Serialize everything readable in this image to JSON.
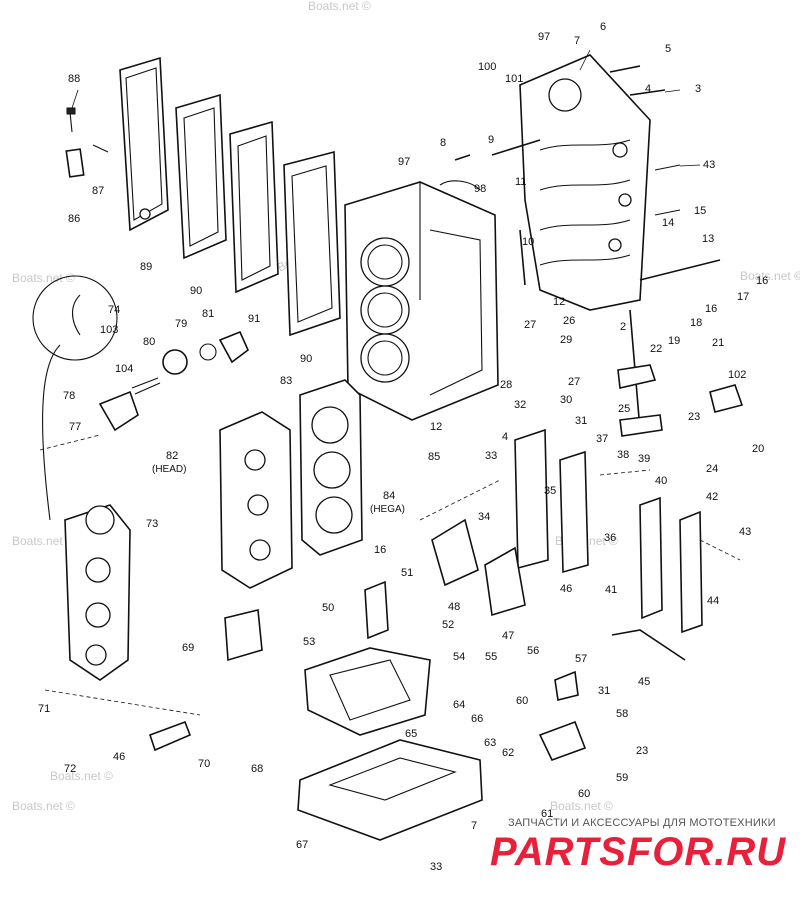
{
  "watermarks": [
    "Boats.net ©",
    "Boats.net ©",
    "Boats.net ©",
    "Boats.net ©",
    "Boats.net ©",
    "Boats.net ©",
    "Boats.net ©",
    "Boats.net ©",
    "Boats.net ©"
  ],
  "callouts": {
    "c88": "88",
    "c87": "87",
    "c86": "86",
    "c89": "89",
    "c90a": "90",
    "c91": "91",
    "c90b": "90",
    "c97a": "97",
    "c97b": "97",
    "c100": "100",
    "c101": "101",
    "c7a": "7",
    "c6": "6",
    "c5": "5",
    "c4a": "4",
    "c3": "3",
    "c8": "8",
    "c9": "9",
    "c98": "98",
    "c11": "11",
    "c10": "10",
    "c43a": "43",
    "c15": "15",
    "c14": "14",
    "c13": "13",
    "c16a": "16",
    "c17": "17",
    "c16b": "16",
    "c18": "18",
    "c2": "2",
    "c12a": "12",
    "c27a": "27",
    "c26": "26",
    "c19": "19",
    "c22": "22",
    "c21": "21",
    "c29": "29",
    "c28": "28",
    "c27b": "27",
    "c32": "32",
    "c30": "30",
    "c31a": "31",
    "c25": "25",
    "c23a": "23",
    "c102": "102",
    "c20": "20",
    "c24": "24",
    "c12b": "12",
    "c4b": "4",
    "c33a": "33",
    "c85": "85",
    "c74": "74",
    "c103": "103",
    "c79": "79",
    "c81": "81",
    "c80": "80",
    "c104": "104",
    "c78": "78",
    "c77": "77",
    "c83": "83",
    "c82": "82",
    "c84": "84",
    "c73": "73",
    "c35": "35",
    "c37": "37",
    "c38": "38",
    "c39": "39",
    "c40": "40",
    "c42": "42",
    "c34": "34",
    "c36": "36",
    "c43b": "43",
    "c16c": "16",
    "c51": "51",
    "c50": "50",
    "c52": "52",
    "c48": "48",
    "c46a": "46",
    "c47": "47",
    "c41": "41",
    "c44": "44",
    "c69": "69",
    "c53": "53",
    "c45": "45",
    "c54": "54",
    "c55": "55",
    "c56": "56",
    "c57": "57",
    "c64": "64",
    "c66": "66",
    "c60a": "60",
    "c31b": "31",
    "c58": "58",
    "c65": "65",
    "c63": "63",
    "c62": "62",
    "c23b": "23",
    "c71": "71",
    "c72": "72",
    "c46b": "46",
    "c70": "70",
    "c68": "68",
    "c61": "61",
    "c60b": "60",
    "c59": "59",
    "c7b": "7",
    "c67": "67",
    "c33b": "33"
  },
  "labels": {
    "head_note": "(HEAD)",
    "hega_note": "(HEGA)"
  },
  "brand": {
    "tagline": "ЗАПЧАСТИ И АКСЕССУАРЫ ДЛЯ МОТОТЕХНИКИ",
    "logo": "PARTSFOR.RU"
  }
}
